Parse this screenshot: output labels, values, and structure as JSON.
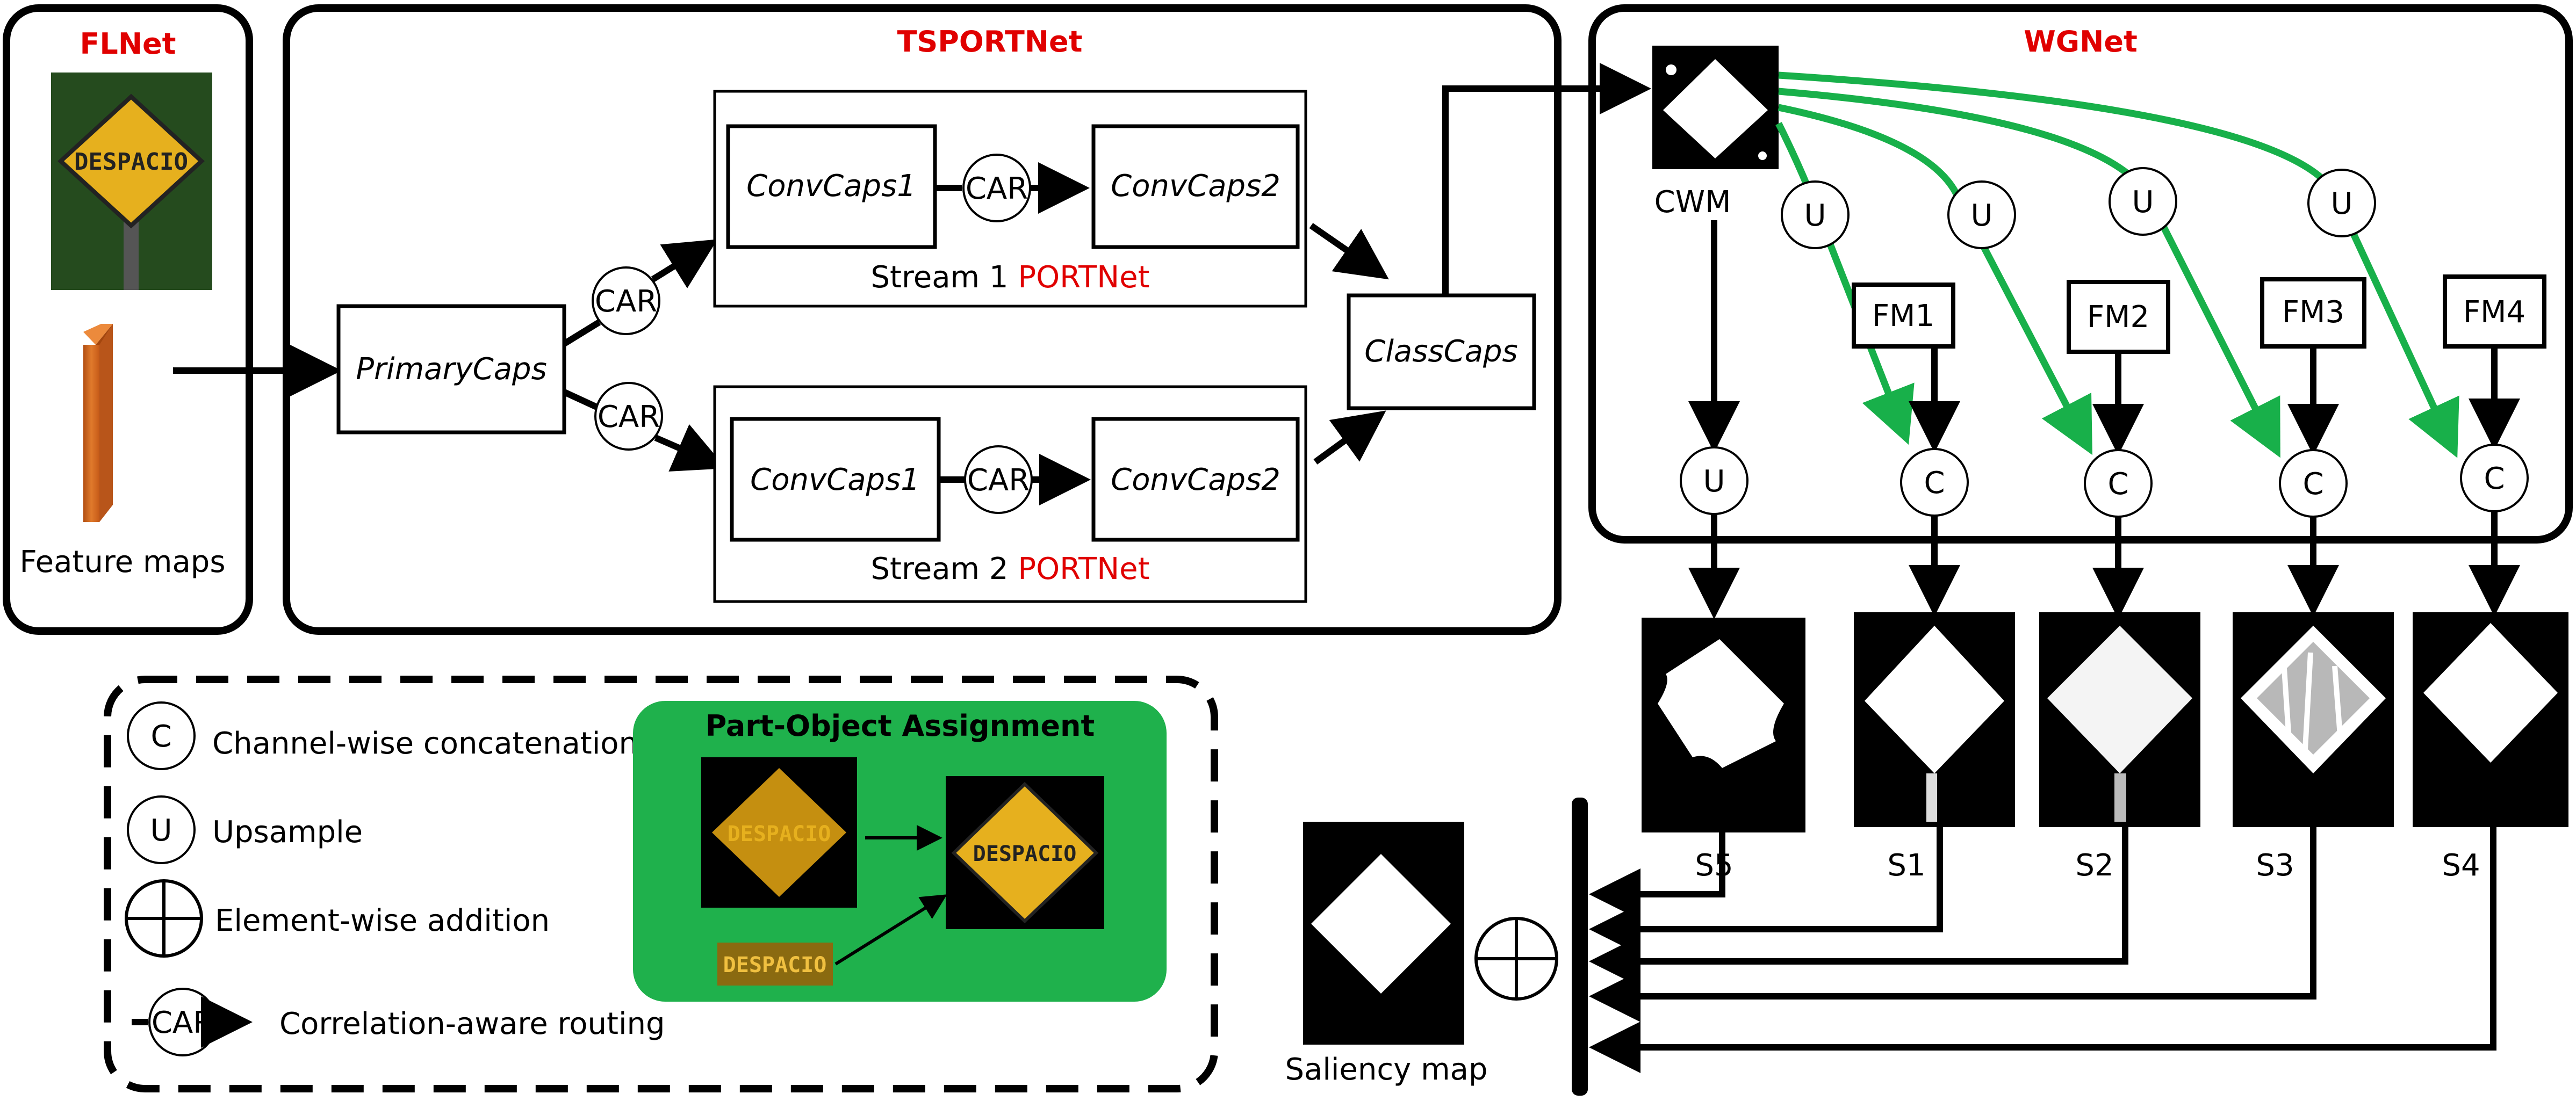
{
  "colors": {
    "accent_red": "#e00000",
    "route_green": "#18b04a",
    "legend_green": "#1fb14c",
    "feature_orange": "#d9661f",
    "sign_yellow": "#e6b01e"
  },
  "sections": {
    "flnet": "FLNet",
    "tsportnet": "TSPORTNet",
    "wgnet": "WGNet"
  },
  "flnet": {
    "sign_text": "DESPACIO",
    "feature_maps_label": "Feature maps"
  },
  "tsport": {
    "primary_caps": "PrimaryCaps",
    "class_caps": "ClassCaps",
    "car": "CAR",
    "stream1": {
      "conv1": "ConvCaps1",
      "conv2": "ConvCaps2",
      "label_prefix": "Stream 1 ",
      "label_red": "PORTNet"
    },
    "stream2": {
      "conv1": "ConvCaps1",
      "conv2": "ConvCaps2",
      "label_prefix": "Stream 2 ",
      "label_red": "PORTNet"
    }
  },
  "wgnet": {
    "cwm": "CWM",
    "u": "U",
    "c": "C",
    "fm": [
      "FM1",
      "FM2",
      "FM3",
      "FM4"
    ]
  },
  "outputs": [
    "S5",
    "S1",
    "S2",
    "S3",
    "S4"
  ],
  "saliency_label": "Saliency map",
  "legend": {
    "c_symbol": "C",
    "c_text": "Channel-wise concatenation",
    "u_symbol": "U",
    "u_text": "Upsample",
    "add_text": "Element-wise addition",
    "car_symbol": "CAR",
    "car_text": "Correlation-aware routing",
    "poa_title": "Part-Object Assignment",
    "poa_sign_text": "DESPACIO"
  }
}
